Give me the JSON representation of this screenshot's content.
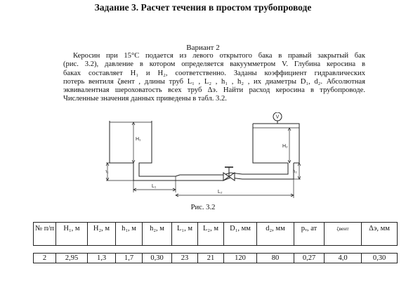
{
  "title": "Задание 3. Расчет течения в простом трубопроводе",
  "variant": "Вариант 2",
  "paragraph_lines": [
    "Керосин при 15°С подается из левого открытого бака в правый закрытый бак",
    "(рис. 3.2), давление в котором определяется вакуумметром V. Глубина керосина в",
    "баках составляет H₁ и H₂, соответственно. Заданы коэффициент гидравлических",
    "потерь вентиля ζвент , длины труб L₁ , L₂ , h₁ , h₂ , их диаметры D₁, d₂. Абсолютная",
    "эквивалентная шероховатость всех труб Δэ. Найти расход керосина в трубопроводе.",
    "Численные значения данных приведены в табл. 3.2."
  ],
  "figure": {
    "labels": {
      "H1": "H₁",
      "H2": "H₂",
      "h1": "h₁",
      "h2": "h₂",
      "L1": "L₁",
      "L2": "L₂",
      "V": "V"
    },
    "caption": "Рис. 3.2"
  },
  "table": {
    "headers": [
      "№ п/п",
      "H₁, м",
      "H₂, м",
      "h₁, м",
      "h₂, м",
      "L₁, м",
      "L₂, м",
      "D₁, мм",
      "d₂, мм",
      "pᵥ, ат",
      "ζвент",
      "Δэ, мм"
    ],
    "row": [
      "2",
      "2,95",
      "1,3",
      "1,7",
      "0,30",
      "23",
      "21",
      "120",
      "80",
      "0,27",
      "4,0",
      "0,30"
    ]
  }
}
